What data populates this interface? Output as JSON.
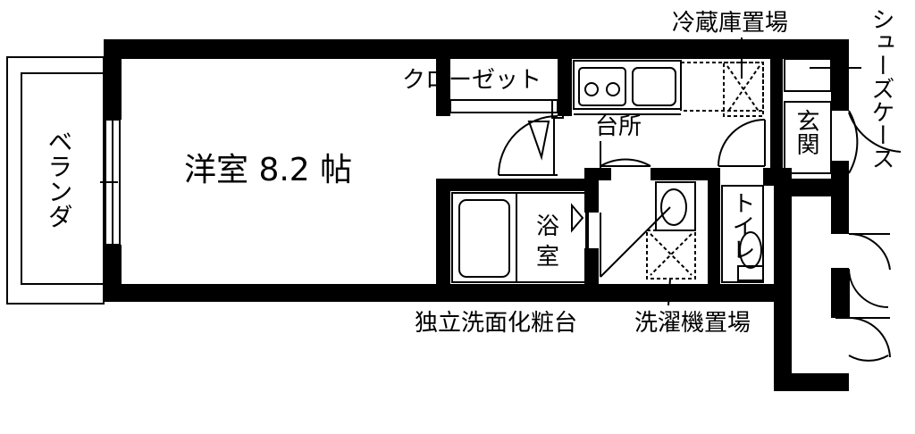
{
  "floorplan": {
    "rooms": {
      "western_room": "洋室 8.2 帖",
      "balcony": "ベランダ",
      "closet": "クローゼット",
      "kitchen": "台所",
      "fridge_space": "冷蔵庫置場",
      "shoe_case": "シューズケース",
      "entrance": "玄関",
      "bath_line1": "浴",
      "bath_line2": "室",
      "toilet": "トイレ",
      "vanity": "独立洗面化粧台",
      "washer_space": "洗濯機置場"
    },
    "colors": {
      "wall": "#000000",
      "background": "#ffffff"
    }
  }
}
